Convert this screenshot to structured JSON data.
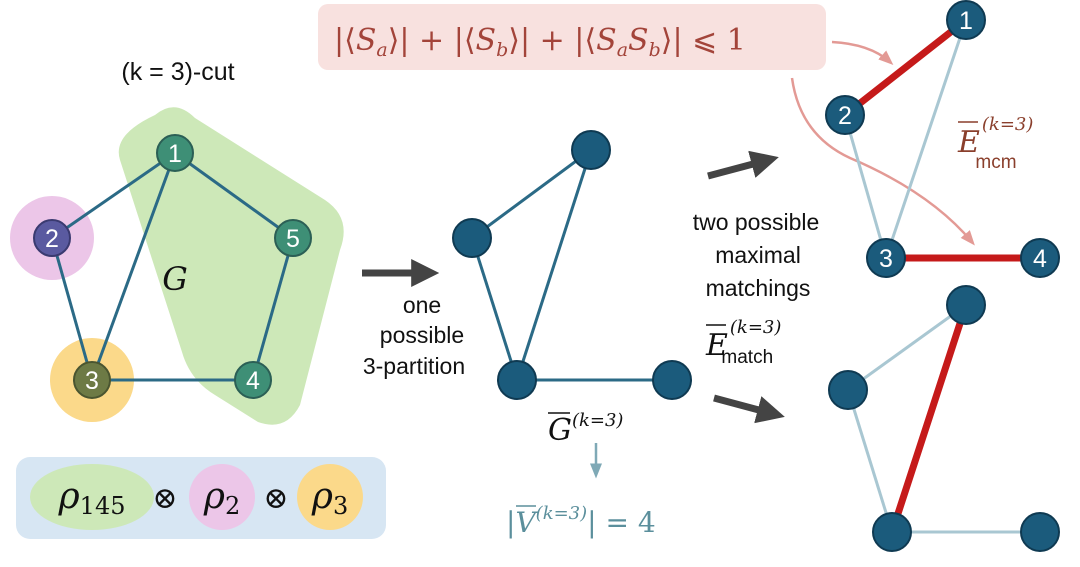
{
  "cut_title": "(k = 3)-cut",
  "graph_label": "G",
  "nodes": {
    "n1": "1",
    "n2": "2",
    "n3": "3",
    "n4": "4",
    "n5": "5"
  },
  "partition_caption": [
    "one",
    "possible",
    "3-partition"
  ],
  "matching_caption": [
    "two possible",
    "maximal",
    "matchings"
  ],
  "density_operator": {
    "rho": "ρ",
    "sub_145": "145",
    "sub_2": "2",
    "sub_3": "3",
    "tensor": "⊗"
  },
  "inequality": {
    "S": "S",
    "sub_a": "a",
    "sub_b": "b",
    "relation": "⩽ 1"
  },
  "reduced_graph": {
    "letter": "G",
    "superscript": "(k=3)"
  },
  "vertex_count": {
    "letter": "V",
    "superscript": "(k=3)",
    "value": "= 4"
  },
  "e_match": {
    "letter": "E",
    "superscript": "(k=3)",
    "subscript": "match"
  },
  "e_mcm": {
    "letter": "E",
    "superscript": "(k=3)",
    "subscript": "mcm"
  },
  "colors": {
    "node": "#1b5b7c",
    "node_green": "#3e8f76",
    "green_region": "#cde8b8",
    "pink_blob": "#ecc6e8",
    "yellow_blob": "#fbd98a",
    "edge_dark": "#2b6a86",
    "edge_light": "#a9c7d2",
    "edge_red": "#c51a1a",
    "formula_bg": "#f8e1df",
    "formula_text": "#a3443a",
    "rho_box": "#d7e6f3",
    "arrow": "#444444",
    "curve_arrow": "#e39a95",
    "teal_text": "#5b8f9c",
    "mcm_text": "#8a3f2c"
  }
}
